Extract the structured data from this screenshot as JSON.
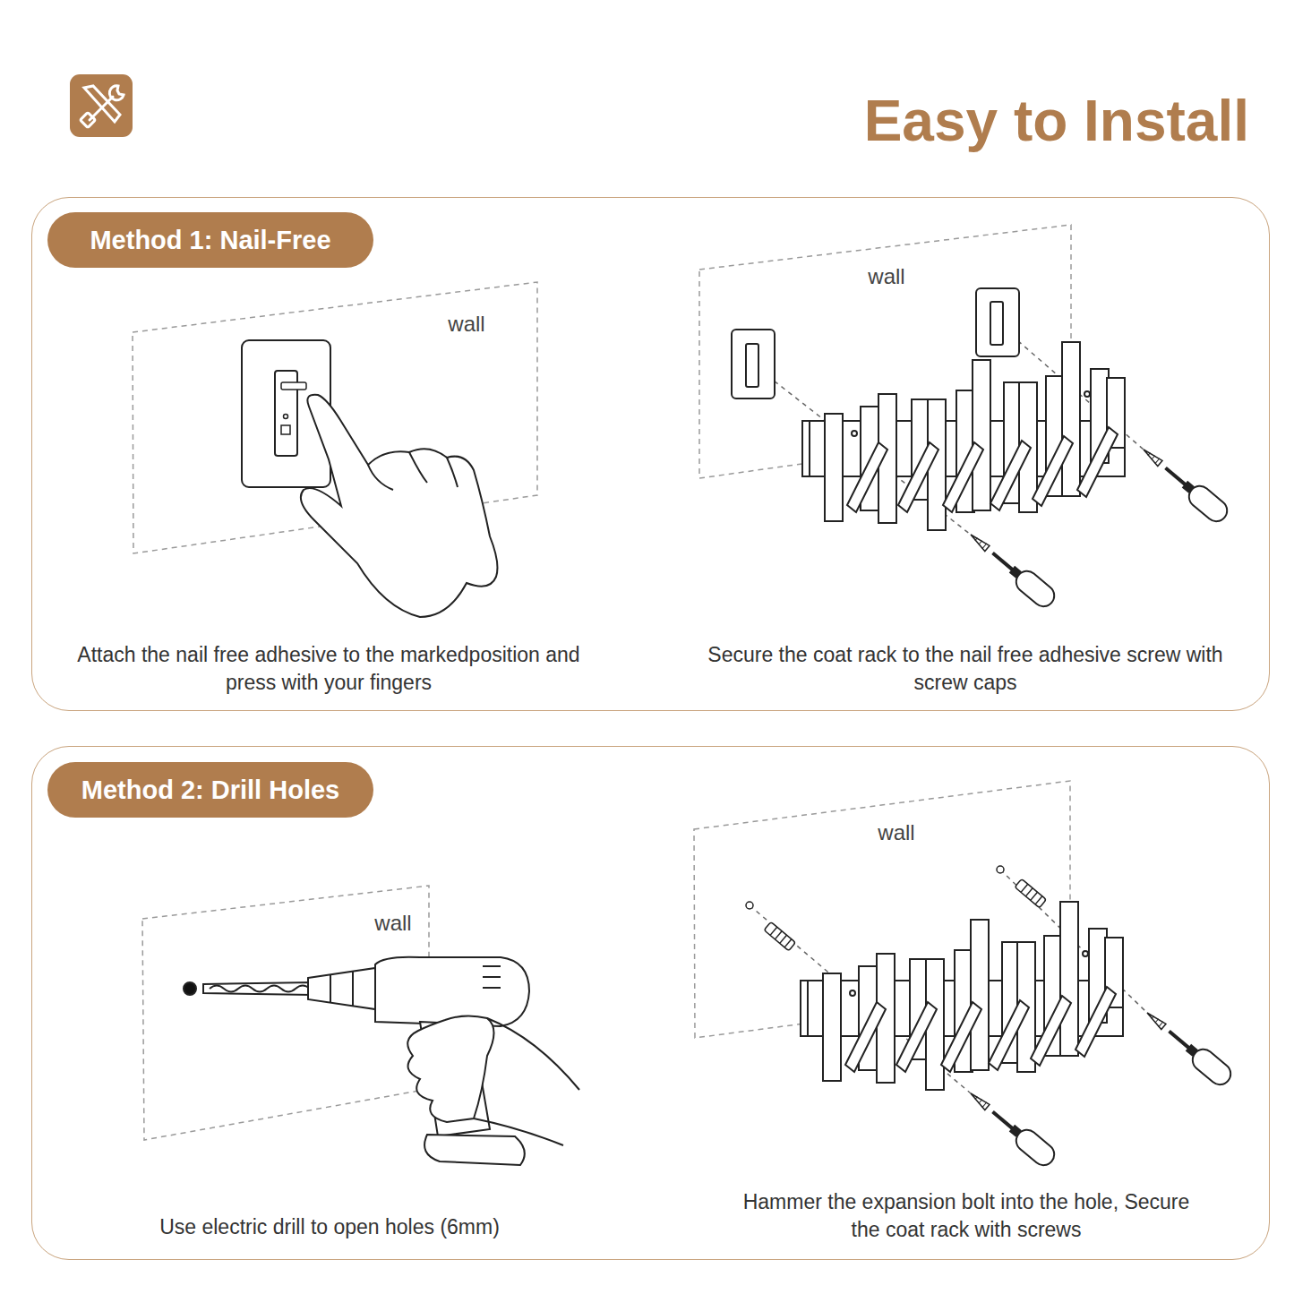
{
  "diagram": {
    "title": "Easy to Install",
    "nodes": [
      {
        "text": [
          "Attach the nail free adhesive to the markedposition and press with your fingers",
          "Secure the coat rack to the nail free adhesive screw with screw caps"
        ]
      },
      {
        "text": [
          "Method 1: Nail-Free"
        ],
        "in": 0
      },
      {
        "text": [
          "wall"
        ],
        "in": 0
      },
      {
        "text": [
          "wall"
        ],
        "in": 0
      },
      {
        "text": [
          "Use electric drill to open holes (6mm)",
          "Hammer the expansion bolt into the hole, Secure the coat rack with screws"
        ]
      },
      {
        "text": [
          "Method 2: Drill Holes"
        ],
        "in": 4
      },
      {
        "text": [
          "wall"
        ],
        "in": 4
      },
      {
        "text": [
          "wall"
        ],
        "in": 4
      }
    ]
  }
}
